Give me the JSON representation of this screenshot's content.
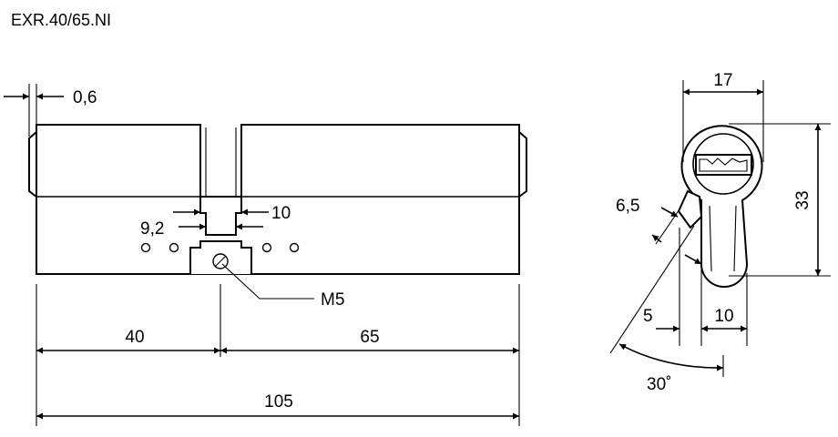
{
  "title": "EXR.40/65.NI",
  "labels": {
    "collar": "0,6",
    "cam_outer": "10",
    "cam_inner": "9,2",
    "screw": "M5",
    "left_length": "40",
    "right_length": "65",
    "total_length": "105",
    "profile_width": "17",
    "profile_height": "33",
    "cam_thickness": "6,5",
    "cam_offset": "5",
    "profile_bottom": "10",
    "cam_angle": "30˚"
  }
}
